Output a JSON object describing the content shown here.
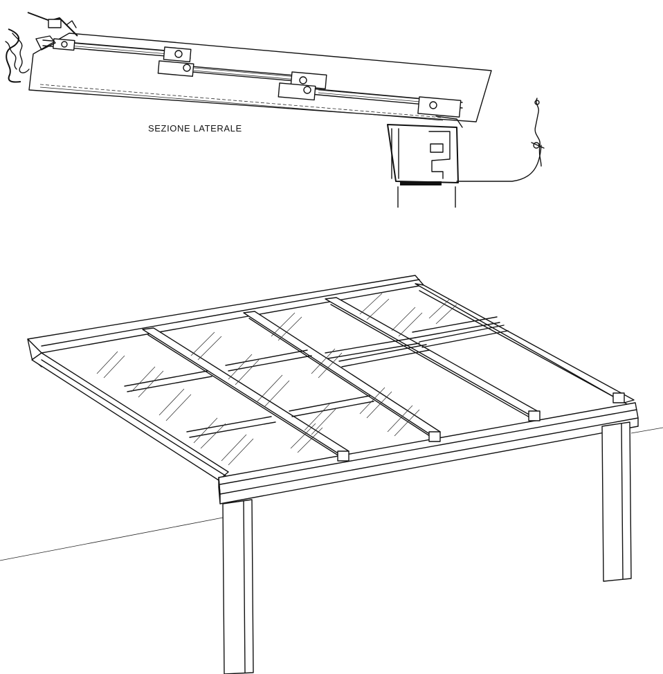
{
  "section_label": "SEZIONE LATERALE",
  "colors": {
    "ink": "#111111",
    "paper": "#ffffff"
  },
  "views": [
    "section-view",
    "perspective-view"
  ]
}
